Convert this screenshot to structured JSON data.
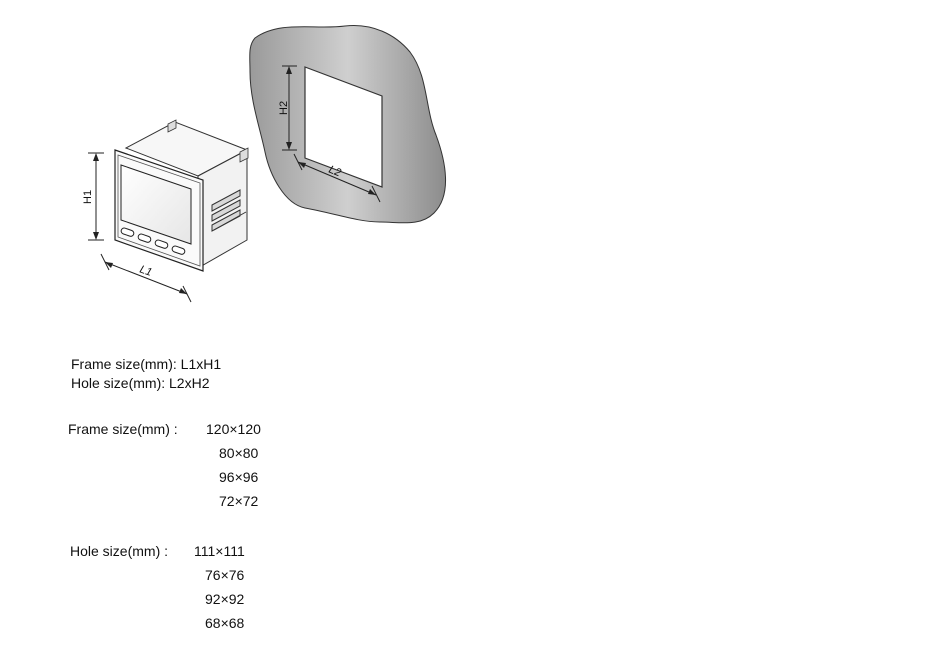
{
  "diagram": {
    "labels": {
      "h1": "H1",
      "l1": "L1",
      "h2": "H2",
      "l2": "L2"
    },
    "icons": [
      "meter-icon",
      "panel-cutout-icon"
    ]
  },
  "notes": {
    "frame_formula": "Frame size(mm): L1xH1",
    "hole_formula": "Hole size(mm): L2xH2"
  },
  "frame_sizes": {
    "label": "Frame size(mm) :",
    "values": [
      "120×120",
      "80×80",
      "96×96",
      "72×72"
    ]
  },
  "hole_sizes": {
    "label": "Hole size(mm) :",
    "values": [
      "111×111",
      "76×76",
      "92×92",
      "68×68"
    ]
  }
}
